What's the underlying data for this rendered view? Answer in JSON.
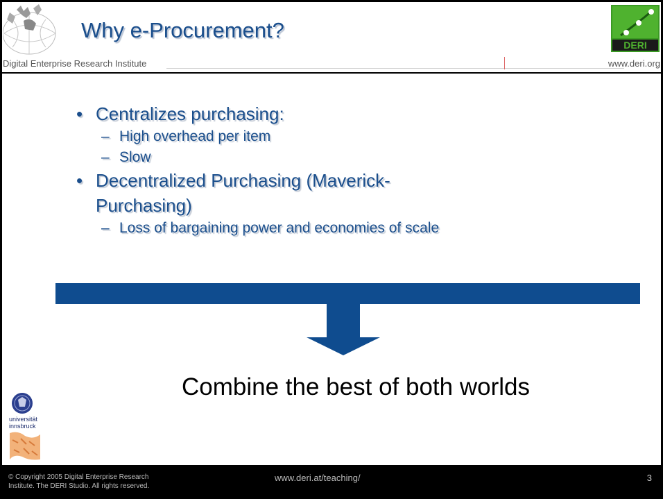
{
  "header": {
    "title": "Why e-Procurement?",
    "institute": "Digital Enterprise Research Institute",
    "site": "www.deri.org",
    "deri_logo_text": "DERI"
  },
  "bullets": [
    {
      "text": "Centralizes purchasing:",
      "subs": [
        "High overhead per item",
        "Slow"
      ]
    },
    {
      "text": "Decentralized Purchasing (Maverick-",
      "cont": "Purchasing)",
      "subs": [
        "Loss of bargaining power and economies of scale"
      ]
    }
  ],
  "conclusion": "Combine the best of both worlds",
  "footer": {
    "copyright_line1": "© Copyright 2005 Digital Enterprise Research",
    "copyright_line2": "Institute. The DERI Studio. All rights reserved.",
    "url": "www.deri.at/teaching/",
    "page": "3"
  },
  "uni_logo_text": [
    "universität",
    "innsbruck"
  ],
  "colors": {
    "title": "#1a4e8c",
    "bar": "#0f4c8f",
    "deri_green": "#3a9a23"
  }
}
